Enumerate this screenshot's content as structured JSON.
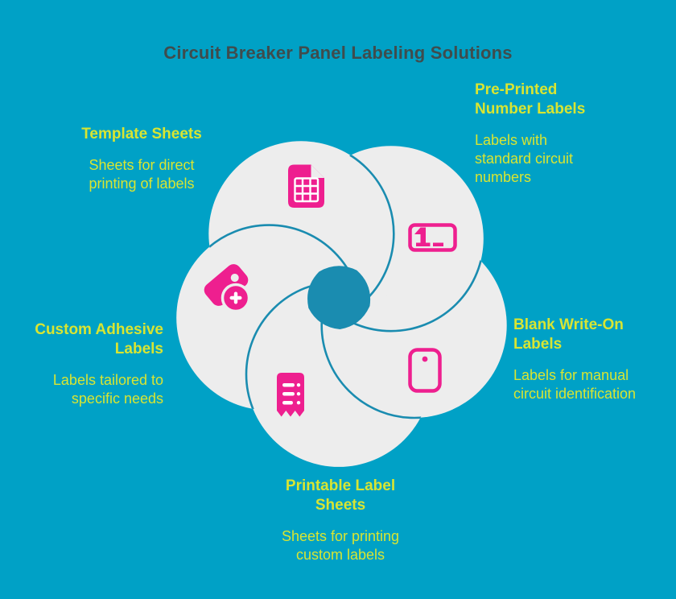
{
  "title": "Circuit Breaker Panel Labeling Solutions",
  "colors": {
    "background": "#00A1C6",
    "title_text": "#3F4C4D",
    "label_text": "#D8E532",
    "petal_fill": "#EDEDED",
    "swirl_line": "#1A8CB0",
    "center_hole": "#1A8CB0",
    "icon_accent": "#EE1F8F"
  },
  "items": [
    {
      "heading": "Template Sheets",
      "description": "Sheets for direct printing of labels",
      "icon": "spreadsheet-document-icon"
    },
    {
      "heading": "Pre-Printed Number Labels",
      "description": "Labels with standard circuit numbers",
      "icon": "numbered-label-icon",
      "icon_glyph": "1_"
    },
    {
      "heading": "Blank Write-On Labels",
      "description": "Labels for manual circuit identification",
      "icon": "blank-label-icon"
    },
    {
      "heading": "Printable Label Sheets",
      "description": "Sheets for printing custom labels",
      "icon": "receipt-label-icon"
    },
    {
      "heading": "Custom Adhesive Labels",
      "description": "Labels tailored to specific needs",
      "icon": "tag-add-icon"
    }
  ]
}
